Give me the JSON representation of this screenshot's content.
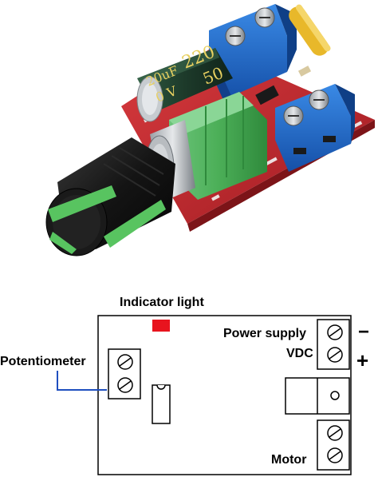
{
  "photo": {
    "capacitor_text_line1": "220",
    "capacitor_text_line2": "50",
    "capacitor_text_line3": "20uF",
    "capacitor_text_line4": "0 V"
  },
  "diagram": {
    "indicator_label": "Indicator light",
    "power_supply_label": "Power supply",
    "vdc_label": "VDC",
    "minus_sign": "−",
    "plus_sign": "+",
    "potentiometer_label": "Potentiometer",
    "motor_label": "Motor"
  },
  "colors": {
    "pcb_red": "#c8282e",
    "terminal_blue": "#1f6fd0",
    "capacitor_green": "#1d3a2a",
    "pot_green": "#4caf58",
    "knob_black": "#141414",
    "indicator_red": "#e8141e",
    "wire_blue": "#1f4fbf"
  }
}
